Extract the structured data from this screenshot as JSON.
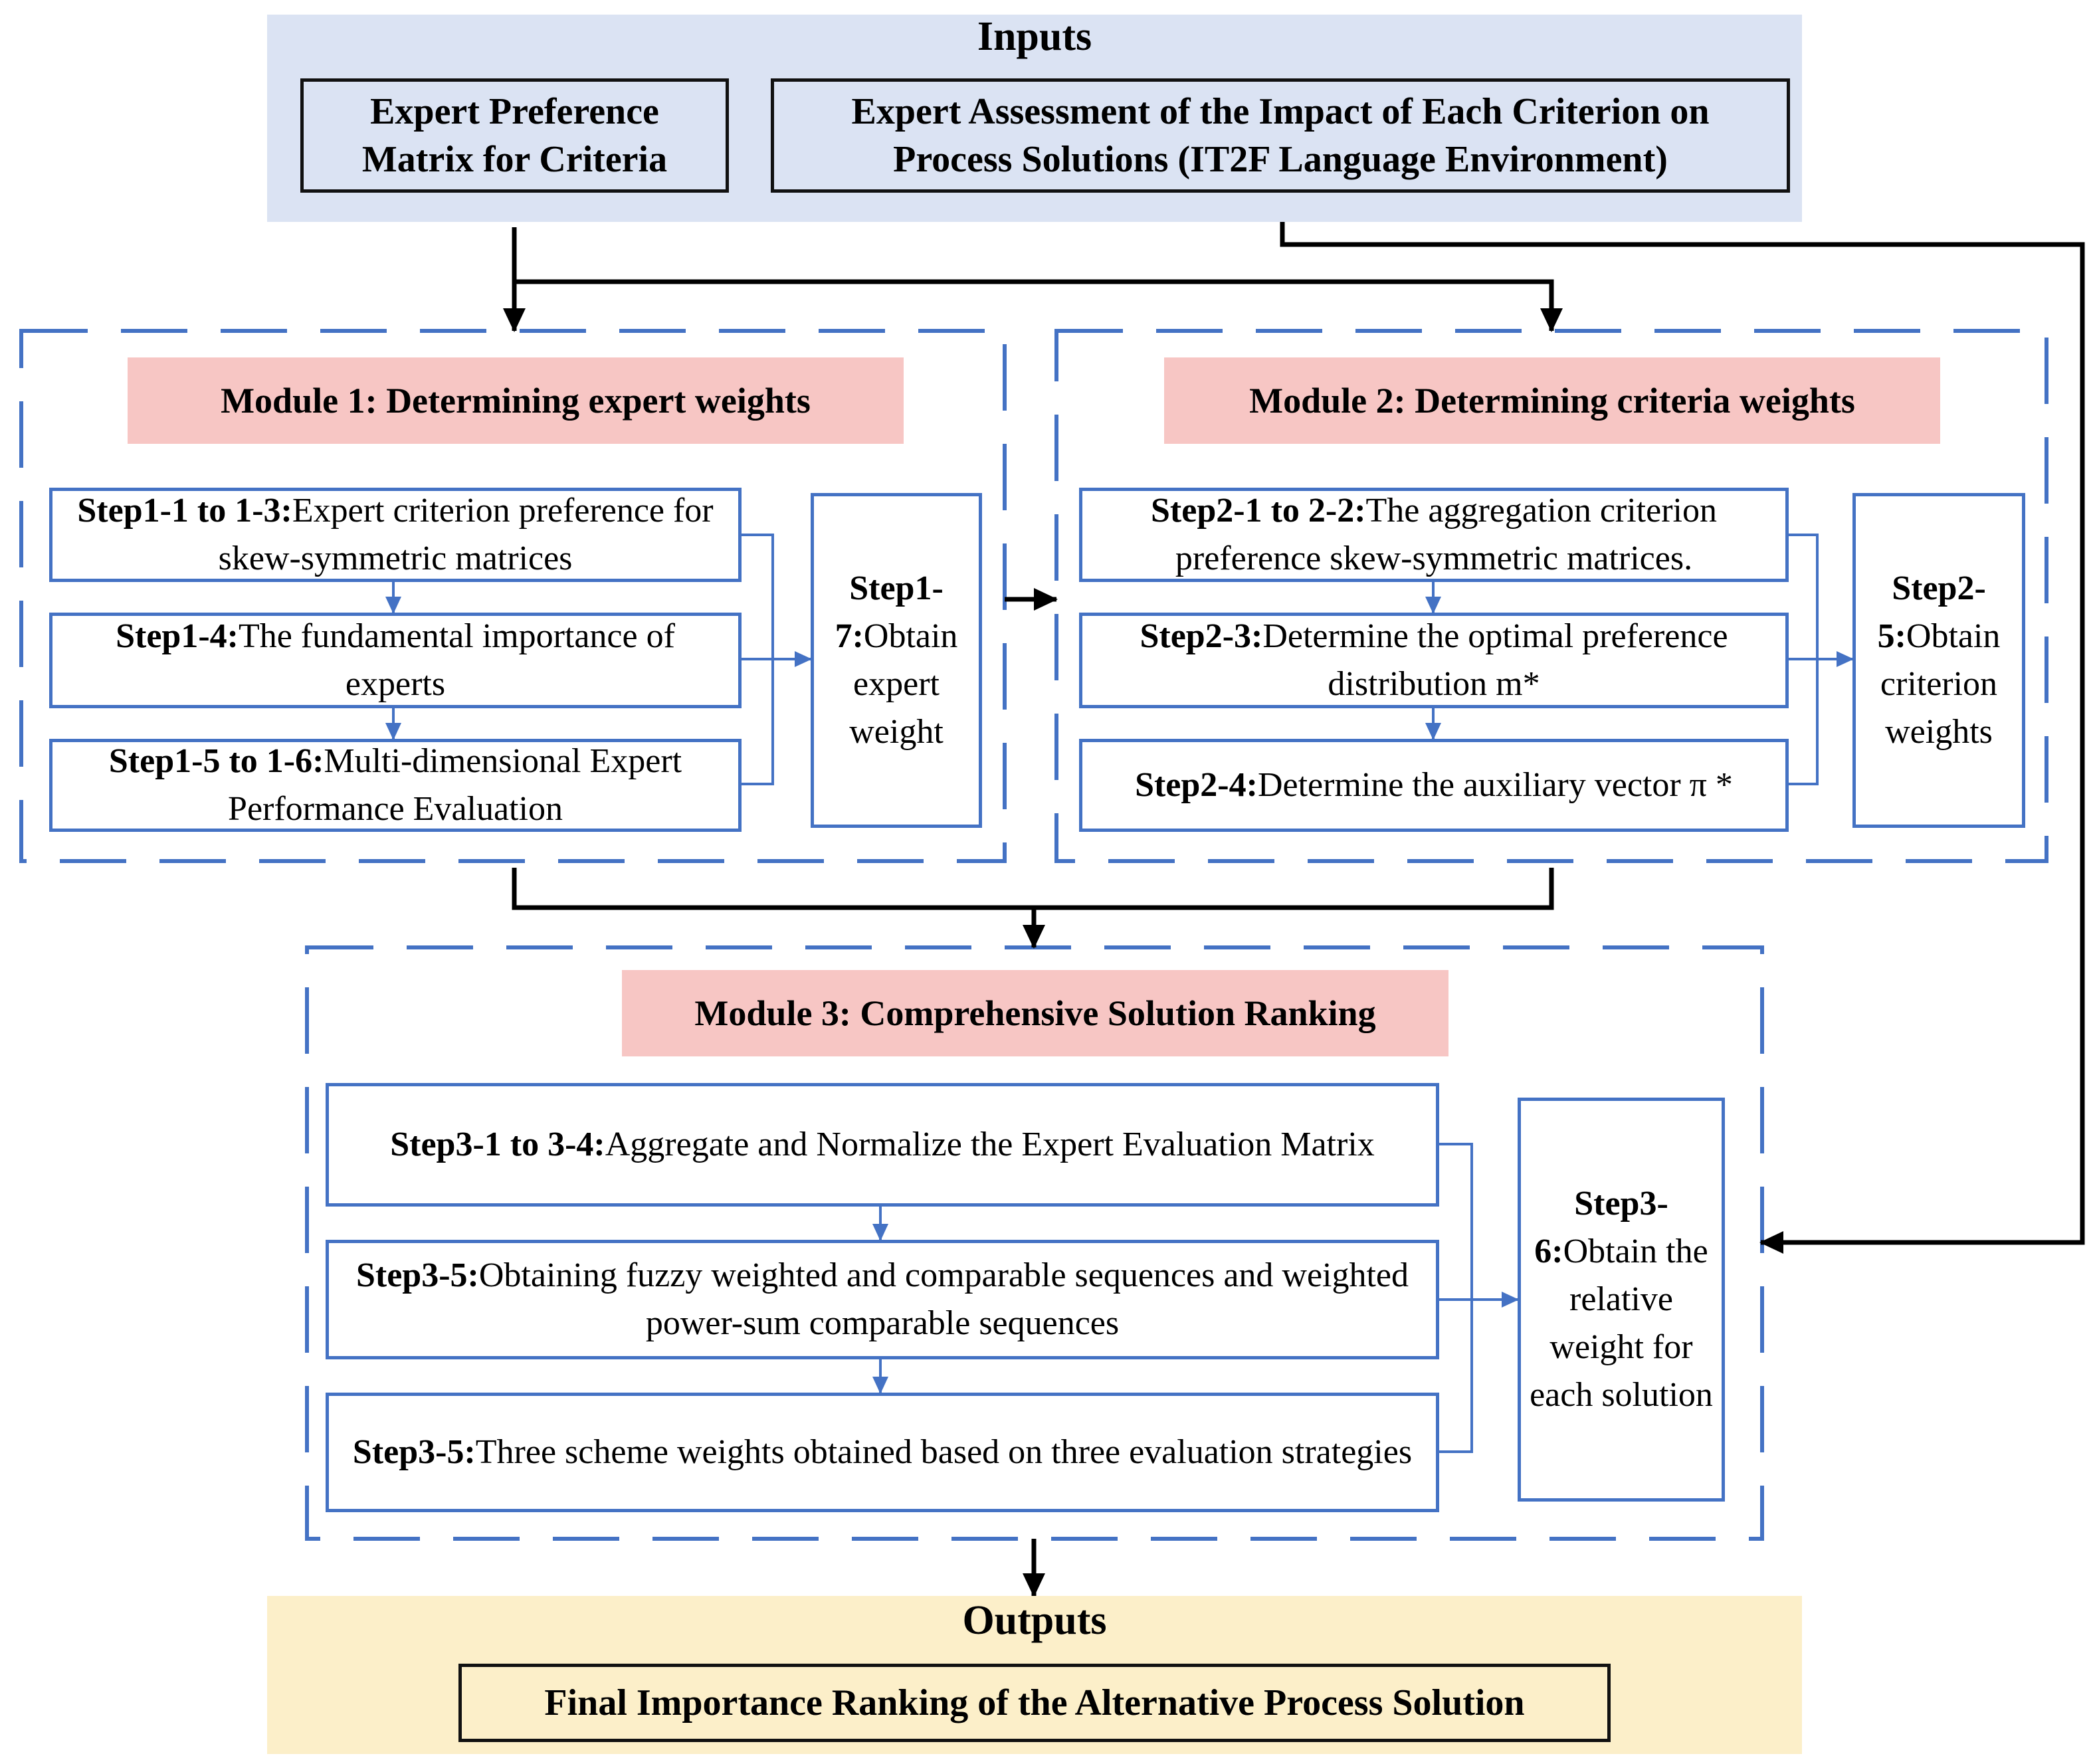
{
  "inputs": {
    "title": "Inputs",
    "box1": "Expert Preference Matrix for Criteria",
    "box2": "Expert Assessment of the Impact of Each Criterion on Process Solutions (IT2F Language Environment)"
  },
  "module1": {
    "title": "Module 1: Determining expert weights",
    "steps": [
      {
        "label": "Step1-1 to 1-3:",
        "text": "Expert criterion preference for skew-symmetric matrices"
      },
      {
        "label": "Step1-4:",
        "text": "The fundamental importance of experts"
      },
      {
        "label": "Step1-5 to 1-6:",
        "text": "Multi-dimensional Expert Performance Evaluation"
      }
    ],
    "result": {
      "label": "Step1-7:",
      "text": "Obtain expert weight"
    }
  },
  "module2": {
    "title": "Module 2: Determining criteria weights",
    "steps": [
      {
        "label": "Step2-1 to 2-2:",
        "text": "The aggregation criterion preference skew-symmetric matrices."
      },
      {
        "label": "Step2-3:",
        "text": "Determine the optimal preference distribution m*"
      },
      {
        "label": "Step2-4:",
        "text": "Determine the auxiliary vector π *"
      }
    ],
    "result": {
      "label": "Step2-5:",
      "text": "Obtain criterion weights"
    }
  },
  "module3": {
    "title": "Module 3: Comprehensive Solution Ranking",
    "steps": [
      {
        "label": "Step3-1 to 3-4:",
        "text": "Aggregate and Normalize the Expert Evaluation Matrix"
      },
      {
        "label": "Step3-5:",
        "text": "Obtaining fuzzy weighted and comparable sequences and weighted power-sum comparable sequences"
      },
      {
        "label": "Step3-5:",
        "text": "Three scheme weights obtained based on three evaluation strategies"
      }
    ],
    "result": {
      "label": "Step3-6:",
      "text": "Obtain the relative weight for each solution"
    }
  },
  "outputs": {
    "title": "Outputs",
    "box": "Final Importance Ranking of the Alternative Process Solution"
  },
  "colors": {
    "inputs_bg": "#dbe3f3",
    "outputs_bg": "#fcefc9",
    "module_title_bg": "#f7c6c4",
    "step_border": "#4472c4",
    "arrow_black": "#000000"
  }
}
